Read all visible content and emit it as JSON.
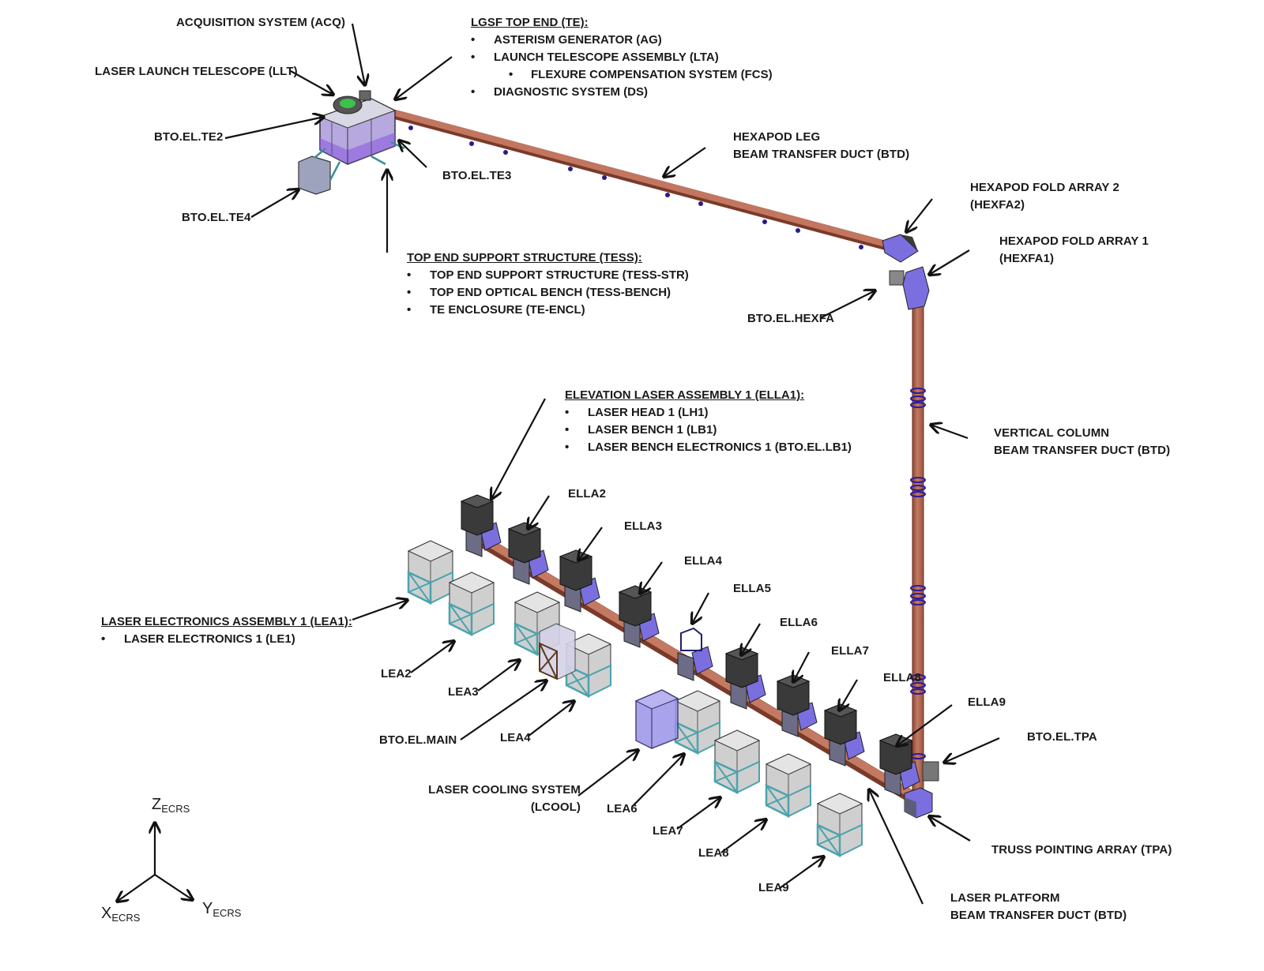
{
  "diagram": {
    "top_end": {
      "acq": "ACQUISITION SYSTEM (ACQ)",
      "llt": "LASER LAUNCH TELESCOPE (LLT)",
      "te2": "BTO.EL.TE2",
      "te3": "BTO.EL.TE3",
      "te4": "BTO.EL.TE4",
      "lgsf": {
        "heading": "LGSF TOP END (TE):",
        "items": [
          "ASTERISM GENERATOR (AG)",
          "LAUNCH TELESCOPE ASSEMBLY (LTA)",
          "FLEXURE COMPENSATION SYSTEM (FCS)",
          "DIAGNOSTIC SYSTEM (DS)"
        ]
      },
      "tess": {
        "heading": "TOP END SUPPORT STRUCTURE (TESS):",
        "items": [
          "TOP END SUPPORT STRUCTURE (TESS-STR)",
          "TOP END OPTICAL BENCH (TESS-BENCH)",
          "TE ENCLOSURE (TE-ENCL)"
        ]
      }
    },
    "hexapod_leg": {
      "line1": "HEXAPOD LEG",
      "line2": "BEAM TRANSFER DUCT (BTD)"
    },
    "hexfa2": {
      "line1": "HEXAPOD FOLD ARRAY 2",
      "line2": "(HEXFA2)"
    },
    "hexfa1": {
      "line1": "HEXAPOD FOLD ARRAY 1",
      "line2": "(HEXFA1)"
    },
    "hexfa_elec": "BTO.EL.HEXFA",
    "vertical_column": {
      "line1": "VERTICAL COLUMN",
      "line2": "BEAM TRANSFER DUCT (BTD)"
    },
    "ella1": {
      "heading": "ELEVATION LASER ASSEMBLY 1 (ELLA1):",
      "items": [
        "LASER HEAD 1 (LH1)",
        "LASER BENCH 1 (LB1)",
        "LASER BENCH ELECTRONICS 1 (BTO.EL.LB1)"
      ]
    },
    "ella_labels": [
      "ELLA2",
      "ELLA3",
      "ELLA4",
      "ELLA5",
      "ELLA6",
      "ELLA7",
      "ELLA8",
      "ELLA9"
    ],
    "lea1": {
      "heading": "LASER ELECTRONICS ASSEMBLY 1 (LEA1):",
      "items": [
        "LASER ELECTRONICS 1 (LE1)"
      ]
    },
    "lea_labels": [
      "LEA2",
      "LEA3",
      "LEA4",
      "LEA6",
      "LEA7",
      "LEA8",
      "LEA9"
    ],
    "main_elec": "BTO.EL.MAIN",
    "lcool": {
      "line1": "LASER COOLING SYSTEM",
      "line2": "(LCOOL)"
    },
    "tpa_elec": "BTO.EL.TPA",
    "tpa": "TRUSS POINTING ARRAY (TPA)",
    "laser_platform": {
      "line1": "LASER PLATFORM",
      "line2": "BEAM TRANSFER DUCT (BTD)"
    },
    "axes": {
      "z": "Z",
      "x": "X",
      "y": "Y",
      "frame": "ECRS"
    },
    "colors": {
      "duct": "#b8684f",
      "duct_dark": "#7a3a2a",
      "fold": "#7b6fe0",
      "head": "#3a3a3a",
      "cabinet": "#cfcfcf",
      "frame": "#5fb4bf",
      "lcool": "#9b93e8",
      "arrow": "#111111"
    }
  }
}
